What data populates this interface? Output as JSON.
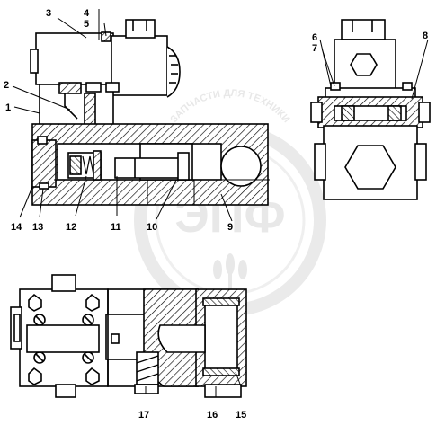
{
  "watermark": {
    "main_text": "ЭПФ",
    "arc_text": "ЗАПЧАСТИ ДЛЯ ТЕХНИКИ"
  },
  "callouts": [
    {
      "id": "c1",
      "text": "1"
    },
    {
      "id": "c2",
      "text": "2"
    },
    {
      "id": "c3",
      "text": "3"
    },
    {
      "id": "c4",
      "text": "4"
    },
    {
      "id": "c5",
      "text": "5"
    },
    {
      "id": "c6",
      "text": "6"
    },
    {
      "id": "c7",
      "text": "7"
    },
    {
      "id": "c8",
      "text": "8"
    },
    {
      "id": "c9",
      "text": "9"
    },
    {
      "id": "c10",
      "text": "10"
    },
    {
      "id": "c11",
      "text": "11"
    },
    {
      "id": "c12",
      "text": "12"
    },
    {
      "id": "c13",
      "text": "13"
    },
    {
      "id": "c14",
      "text": "14"
    },
    {
      "id": "c15",
      "text": "15"
    },
    {
      "id": "c16",
      "text": "16"
    },
    {
      "id": "c17",
      "text": "17"
    }
  ]
}
